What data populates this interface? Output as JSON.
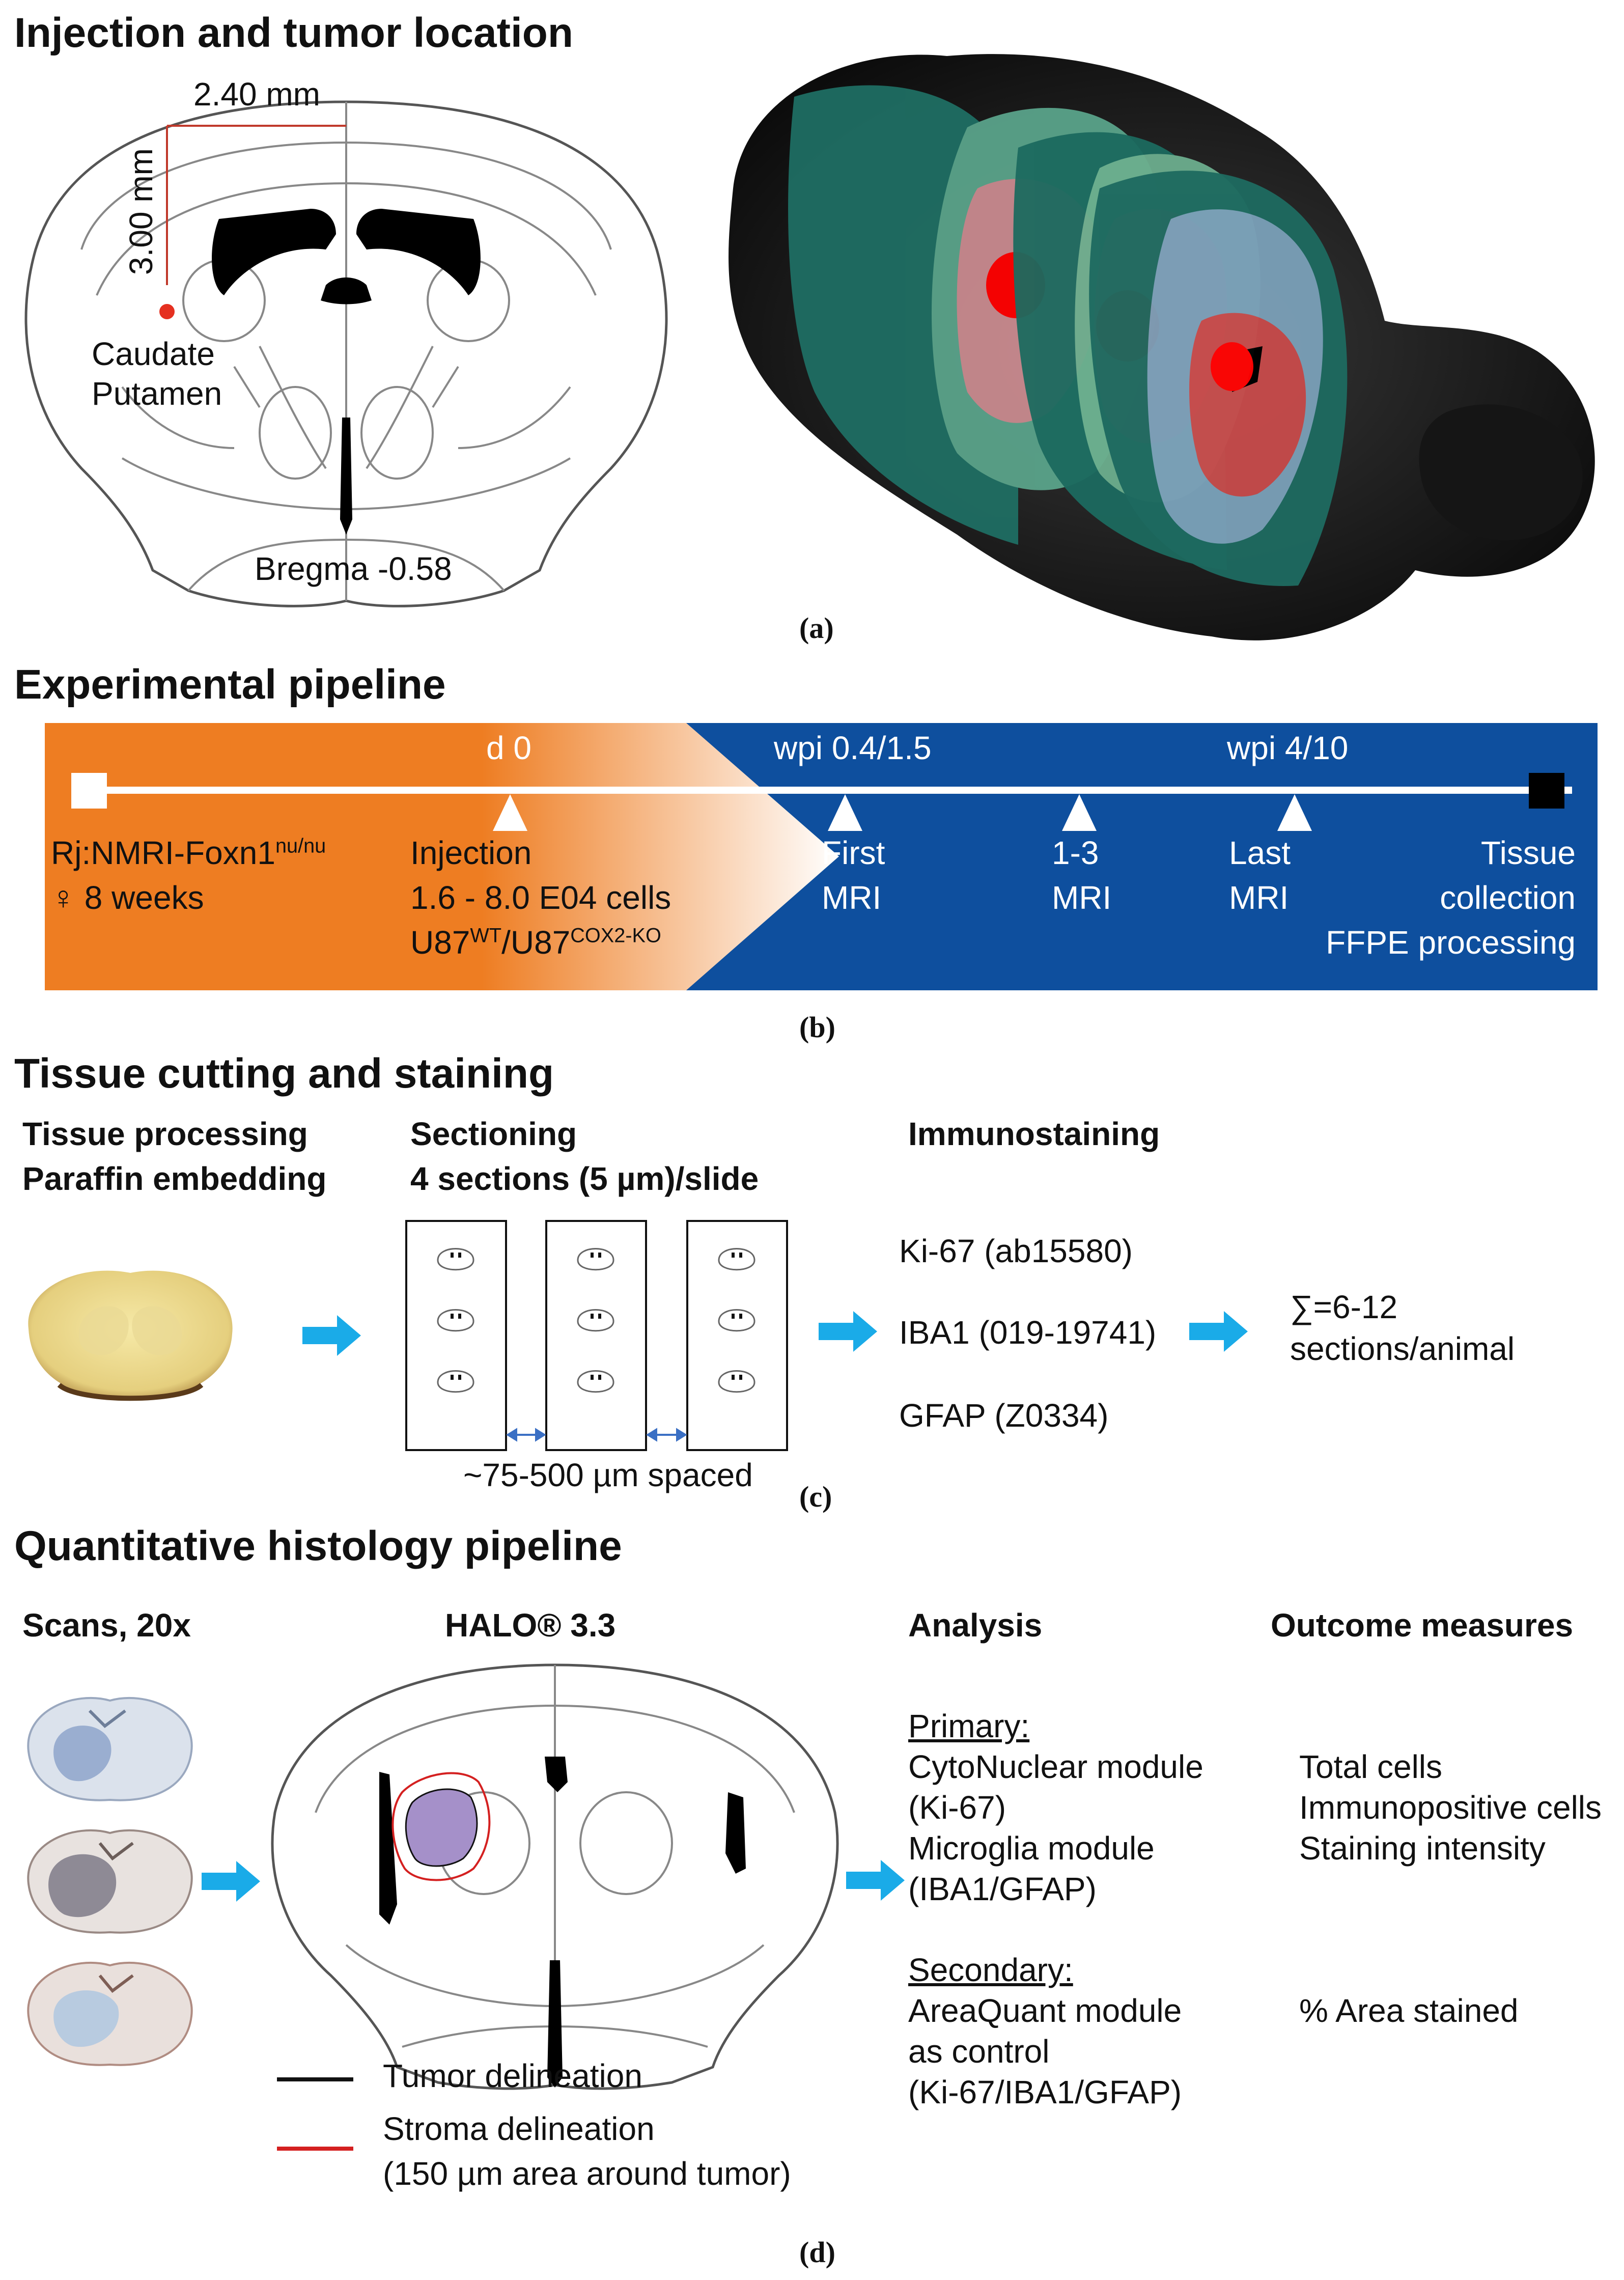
{
  "panel_a": {
    "title": "Injection and tumor location",
    "dim_horizontal": "2.40 mm",
    "dim_vertical": "3.00 mm",
    "region_line1": "Caudate",
    "region_line2": "Putamen",
    "bregma": "Bregma -0.58",
    "caption": "(a)",
    "tumor_color": "#ff0000"
  },
  "panel_b": {
    "title": "Experimental pipeline",
    "orange_color": "#ee7d22",
    "blue_color": "#0e4f9e",
    "timepoints": {
      "d0": "d 0",
      "wpi1": "wpi 0.4/1.5",
      "wpi2": "wpi 4/10"
    },
    "mouse_strain": "Rj:NMRI-Foxn1",
    "mouse_strain_sup": "nu/nu",
    "mouse_age": "♀ 8 weeks",
    "injection": "Injection",
    "cells": "1.6 - 8.0 E04 cells",
    "u87_a": "U87",
    "u87_a_sup": "WT",
    "u87_sep": "/U87",
    "u87_b_sup": "COX2-KO",
    "first_1": "First",
    "first_2": "MRI",
    "mid_1": "1-3",
    "mid_2": "MRI",
    "last_1": "Last",
    "last_2": "MRI",
    "tissue_1": "Tissue",
    "tissue_2": "collection",
    "tissue_3": "FFPE processing",
    "caption": "(b)"
  },
  "panel_c": {
    "title": "Tissue cutting and staining",
    "proc_1": "Tissue processing",
    "proc_2": "Paraffin embedding",
    "sect_1": "Sectioning",
    "sect_2": "4 sections (5 µm)/slide",
    "immuno": "Immunostaining",
    "stains": [
      "Ki-67 (ab15580)",
      "IBA1 (019-19741)",
      "GFAP (Z0334)"
    ],
    "sum_1": "∑=6-12",
    "sum_2": "sections/animal",
    "spacing": "~75-500 µm spaced",
    "caption": "(c)",
    "arrow_color": "#1aabe8"
  },
  "panel_d": {
    "title": "Quantitative histology pipeline",
    "scans": "Scans, 20x",
    "halo": "HALO® 3.3",
    "analysis": "Analysis",
    "outcome": "Outcome measures",
    "primary": "Primary:",
    "primary_lines": [
      "CytoNuclear module",
      "(Ki-67)",
      "Microglia module",
      "(IBA1/GFAP)"
    ],
    "secondary": "Secondary:",
    "secondary_lines": [
      "AreaQuant module",
      "as control",
      "(Ki-67/IBA1/GFAP)"
    ],
    "outcomes_primary": [
      "Total cells",
      "Immunopositive cells",
      "Staining intensity"
    ],
    "outcome_secondary": "% Area stained",
    "legend_tumor": "Tumor delineation",
    "legend_stroma_1": "Stroma delineation",
    "legend_stroma_2": "(150 µm area around tumor)",
    "caption": "(d)"
  }
}
